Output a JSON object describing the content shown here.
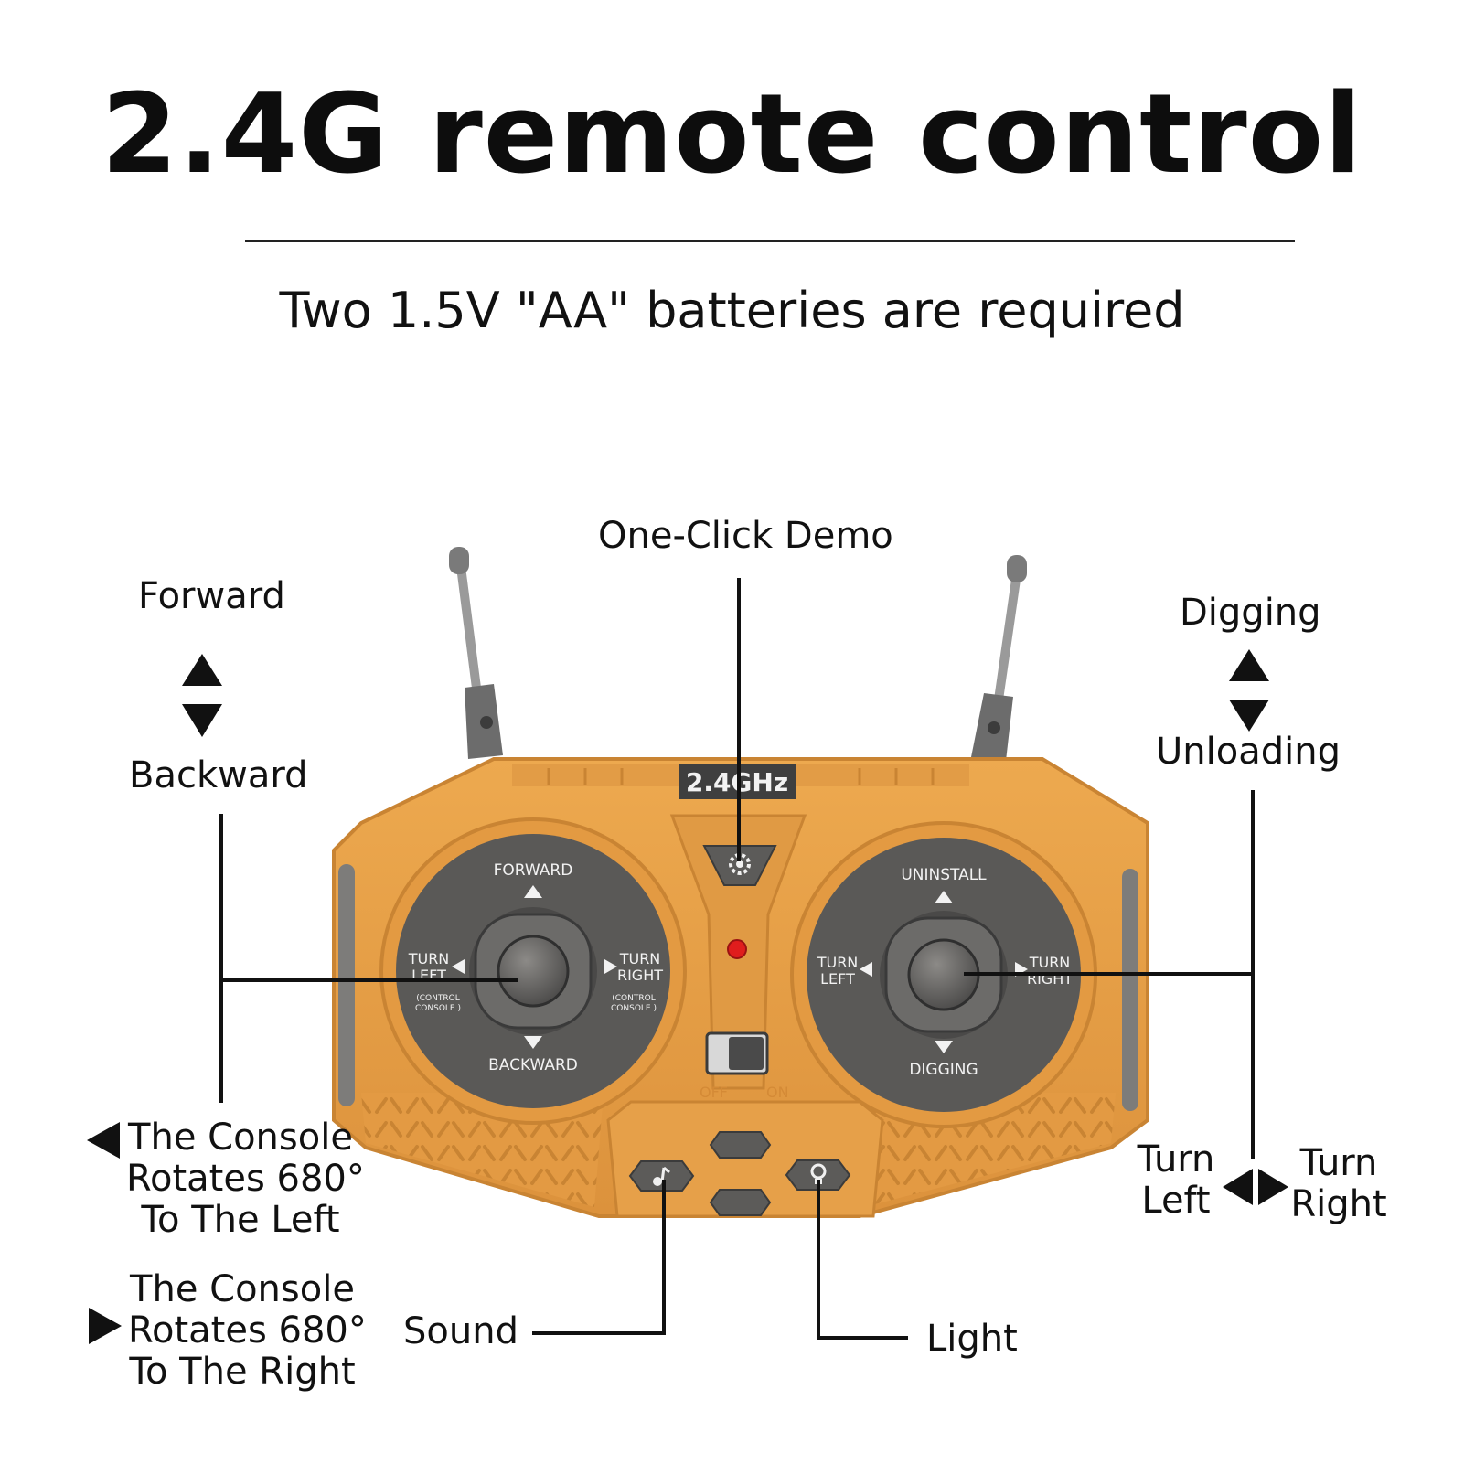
{
  "header": {
    "title": "2.4G remote control",
    "subtitle": "Two 1.5V \"AA\" batteries are required"
  },
  "remote": {
    "badge": "2.4GHz",
    "left_stick": {
      "forward": "FORWARD",
      "backward": "BACKWARD",
      "turn_left": "TURN\nLEFT",
      "turn_right": "TURN\nRIGHT",
      "console_note": "(CONTROL\nCONSOLE )"
    },
    "right_stick": {
      "uninstall": "UNINSTALL",
      "digging": "DIGGING",
      "turn_left": "TURN\nLEFT",
      "turn_right": "TURN\nRIGHT"
    },
    "switch": {
      "off": "OFF",
      "on": "ON"
    },
    "colors": {
      "body": "#e8a24a",
      "body_dark": "#c98433",
      "panel": "#595857",
      "knob": "#6e6d6b"
    }
  },
  "callouts": {
    "one_click_demo": "One-Click Demo",
    "forward": "Forward",
    "backward": "Backward",
    "digging": "Digging",
    "unloading": "Unloading",
    "console_left": [
      "The Console",
      "Rotates 680°",
      "To The Left"
    ],
    "console_right": [
      "The Console",
      "Rotates 680°",
      "To The Right"
    ],
    "turn_left": [
      "Turn",
      "Left"
    ],
    "turn_right": [
      "Turn",
      "Right"
    ],
    "sound": "Sound",
    "light": "Light"
  },
  "icons": {
    "demo_button": "gear-icon",
    "sound_button": "music-note-icon",
    "light_button": "bulb-icon",
    "arrows": [
      "arrow-up-icon",
      "arrow-down-icon",
      "arrow-left-icon",
      "arrow-right-icon"
    ]
  }
}
